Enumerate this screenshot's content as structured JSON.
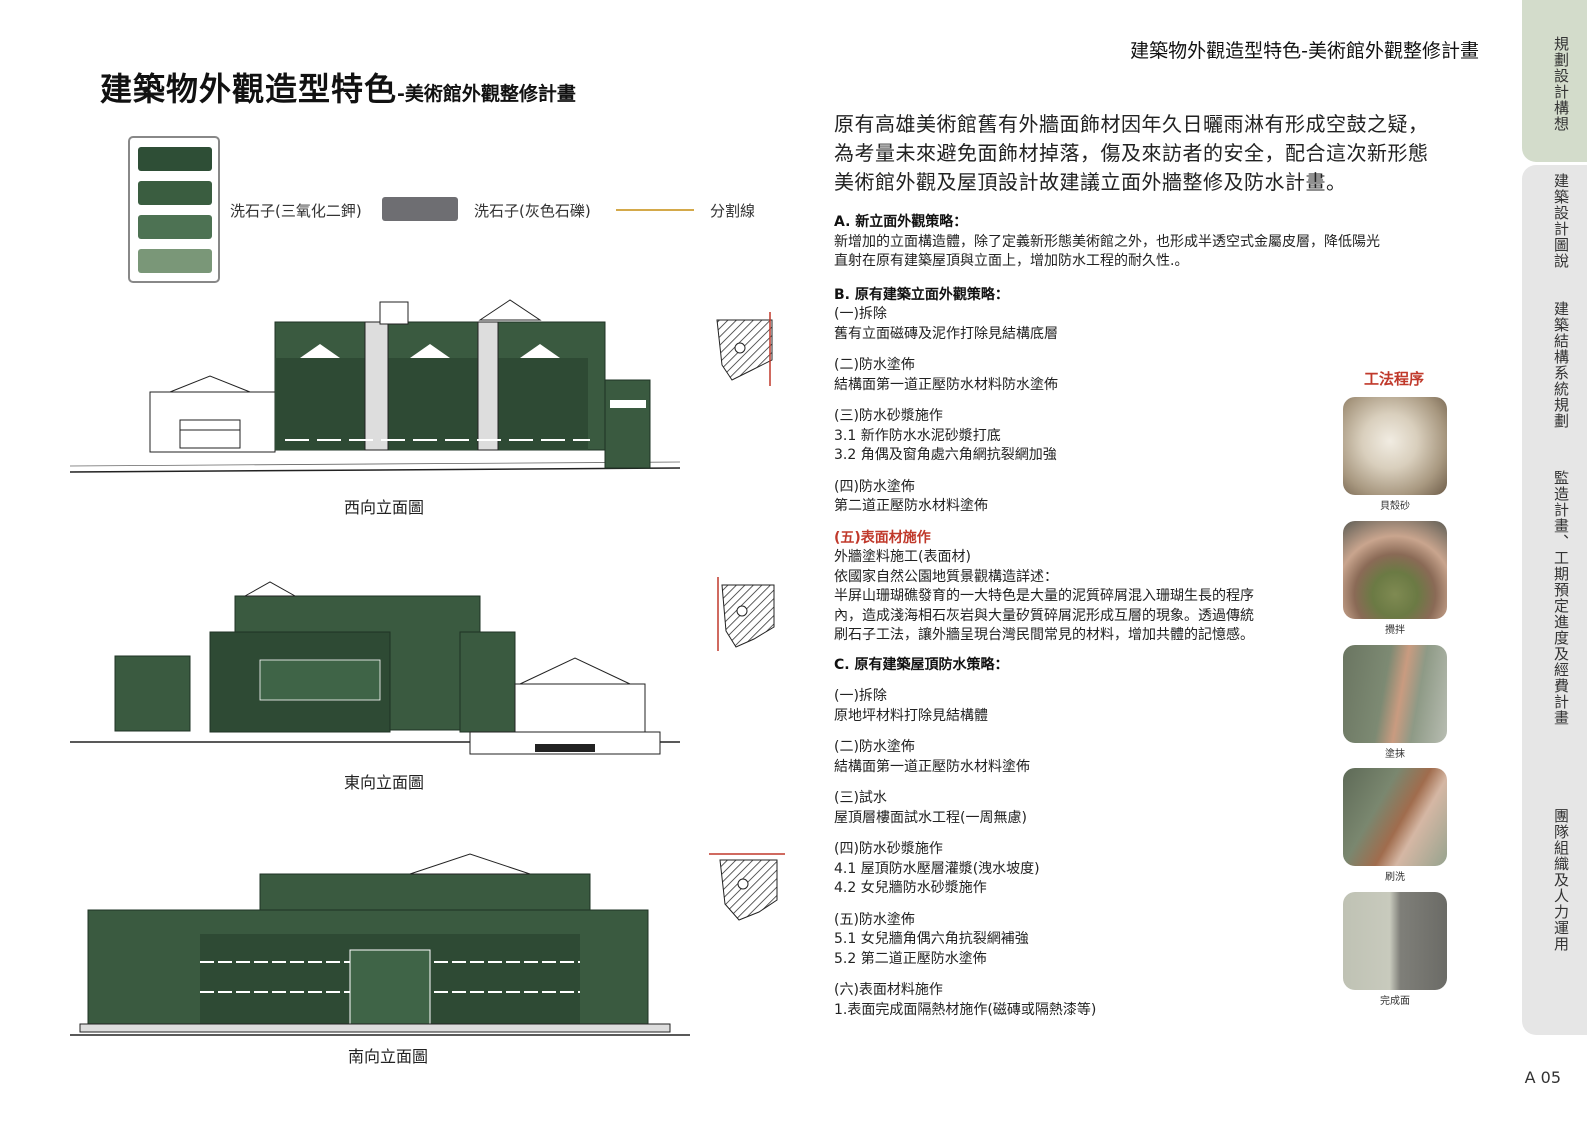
{
  "header": {
    "title": "建築物外觀造型特色-美術館外觀整修計畫"
  },
  "page_title": {
    "main": "建築物外觀造型特色",
    "sub": "-美術館外觀整修計畫"
  },
  "legend": {
    "swatch_colors": [
      "#2e4e36",
      "#3a5d40",
      "#4d7253",
      "#7a9778"
    ],
    "item1": "洗石子(三氧化二鉀)",
    "item2": "洗石子(灰色石礫)",
    "item3": "分割線",
    "gray_color": "#6e6e72",
    "line_color": "#d4a94a"
  },
  "elevations": [
    {
      "caption": "西向立面圖"
    },
    {
      "caption": "東向立面圖"
    },
    {
      "caption": "南向立面圖"
    }
  ],
  "intro": [
    "原有高雄美術館舊有外牆面飾材因年久日曬雨淋有形成空鼓之疑，",
    "為考量未來避免面飾材掉落，傷及來訪者的安全，配合這次新形態",
    "美術館外觀及屋頂設計故建議立面外牆整修及防水計畫。"
  ],
  "sections": {
    "a_title": "A. 新立面外觀策略：",
    "a_lines": [
      "新增加的立面構造體，除了定義新形態美術館之外，也形成半透空式金屬皮層，降低陽光",
      "直射在原有建築屋頂與立面上，增加防水工程的耐久性.。"
    ],
    "b_title": "B. 原有建築立面外觀策略：",
    "b_items": [
      [
        "(一)拆除",
        "舊有立面磁磚及泥作打除見結構底層"
      ],
      [
        "(二)防水塗佈",
        "結構面第一道正壓防水材料防水塗佈"
      ],
      [
        "(三)防水砂漿施作",
        "3.1 新作防水水泥砂漿打底",
        "3.2 角偶及窗角處六角網抗裂網加強"
      ],
      [
        "(四)防水塗佈",
        "第二道正壓防水材料塗佈"
      ]
    ],
    "b5_title": "(五)表面材施作",
    "b5_lines": [
      "外牆塗料施工(表面材)",
      "依國家自然公園地質景觀構造詳述：",
      "半屏山珊瑚礁發育的一大特色是大量的泥質碎屑混入珊瑚生長的程序",
      "內，造成淺海相石灰岩與大量矽質碎屑泥形成互層的現象。透過傳統",
      "刷石子工法，讓外牆呈現台灣民間常見的材料，增加共體的記憶感。"
    ],
    "c_title": "C. 原有建築屋頂防水策略：",
    "c_items": [
      [
        "(一)拆除",
        "原地坪材料打除見結構體"
      ],
      [
        "(二)防水塗佈",
        "結構面第一道正壓防水材料塗佈"
      ],
      [
        "(三)試水",
        "屋頂層樓面試水工程(一周無慮)"
      ],
      [
        "(四)防水砂漿施作",
        "4.1 屋頂防水壓層灌漿(洩水坡度)",
        "4.2 女兒牆防水砂漿施作"
      ],
      [
        "(五)防水塗佈",
        "5.1 女兒牆角偶六角抗裂網補強",
        "5.2 第二道正壓防水塗佈"
      ],
      [
        "(六)表面材料施作",
        "1.表面完成面隔熱材施作(磁磚或隔熱漆等)"
      ]
    ]
  },
  "process": {
    "title": "工法程序",
    "steps": [
      "貝殼砂",
      "攪拌",
      "塗抹",
      "刷洗",
      "完成面"
    ]
  },
  "side_nav": {
    "items": [
      "規劃設計構想",
      "建築設計圖說",
      "建築結構系統規劃",
      "監造計畫、工期預定進度及經費計畫",
      "團隊組織及人力運用"
    ]
  },
  "page_number": "A 05"
}
